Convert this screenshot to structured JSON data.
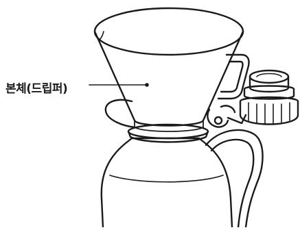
{
  "figure": {
    "callout_label": "본체(드립퍼)",
    "colors": {
      "outline": "#1a1a1a",
      "background": "#ffffff",
      "leader_line": "#1a1a1a"
    },
    "parts": [
      "dripper-body",
      "dripper-handle",
      "lid-cap",
      "hinge-clip",
      "carafe-body",
      "carafe-handle"
    ]
  }
}
